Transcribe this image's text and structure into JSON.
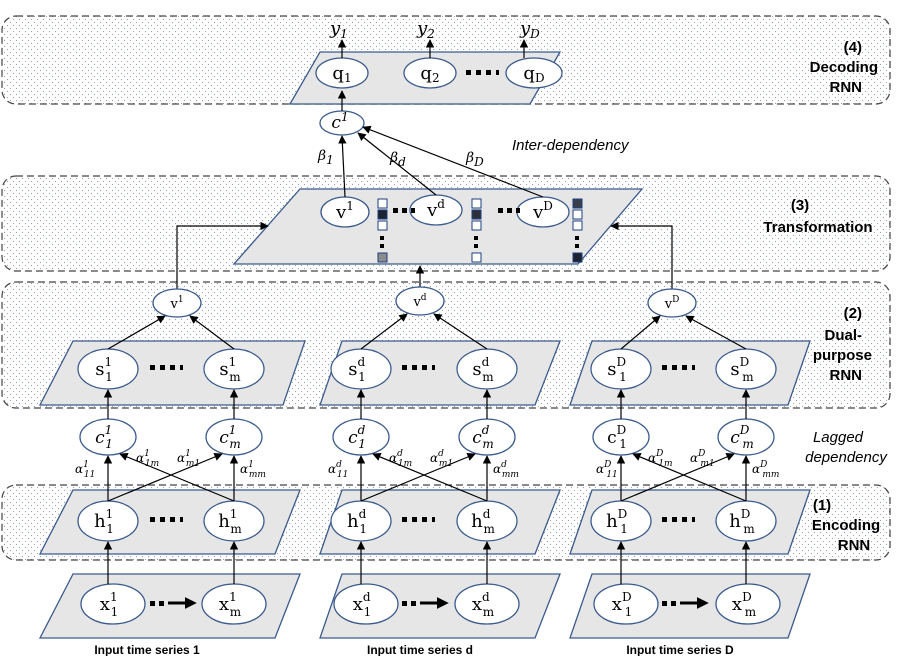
{
  "sections": {
    "decoding": {
      "number": "(4)",
      "line1": "Decoding",
      "line2": "RNN"
    },
    "transformation": {
      "number": "(3)",
      "line1": "Transformation"
    },
    "dual": {
      "number": "(2)",
      "line1": "Dual-",
      "line2": "purpose",
      "line3": "RNN"
    },
    "encoding": {
      "number": "(1)",
      "line1": "Encoding",
      "line2": "RNN"
    }
  },
  "annotations": {
    "inter_dependency": "Inter-dependency",
    "lagged_line1": "Lagged",
    "lagged_line2": "dependency"
  },
  "decoding": {
    "outputs": [
      {
        "base": "y",
        "sub": "1"
      },
      {
        "base": "y",
        "sub": "2"
      },
      {
        "base": "y",
        "sub": "D"
      }
    ],
    "nodes": [
      {
        "base": "q",
        "sub": "1"
      },
      {
        "base": "q",
        "sub": "2"
      },
      {
        "base": "q",
        "sub": "D"
      }
    ],
    "context": {
      "base": "c",
      "sup": "1"
    }
  },
  "betas": [
    {
      "base": "β",
      "sub": "1"
    },
    {
      "base": "β",
      "sub": "d"
    },
    {
      "base": "β",
      "sub": "D"
    }
  ],
  "transformation": {
    "nodes": [
      {
        "base": "v",
        "sup": "1"
      },
      {
        "base": "v",
        "sup": "d"
      },
      {
        "base": "v",
        "sup": "D"
      }
    ]
  },
  "columns": [
    {
      "key": "1",
      "v": {
        "base": "v",
        "sup": "1"
      },
      "s_first": {
        "base": "s",
        "sup": "1",
        "sub": "1"
      },
      "s_last": {
        "base": "s",
        "sup": "1",
        "sub": "m"
      },
      "c_first": {
        "base": "c",
        "sup": "1",
        "sub": "1"
      },
      "c_last": {
        "base": "c",
        "sup": "1",
        "sub": "m"
      },
      "alphas": [
        {
          "base": "α",
          "sup": "1",
          "sub": "11"
        },
        {
          "base": "α",
          "sup": "1",
          "sub": "1m"
        },
        {
          "base": "α",
          "sup": "1",
          "sub": "m1"
        },
        {
          "base": "α",
          "sup": "1",
          "sub": "mm"
        }
      ],
      "h_first": {
        "base": "h",
        "sup": "1",
        "sub": "1"
      },
      "h_last": {
        "base": "h",
        "sup": "1",
        "sub": "m"
      },
      "x_first": {
        "base": "x",
        "sup": "1",
        "sub": "1"
      },
      "x_last": {
        "base": "x",
        "sup": "1",
        "sub": "m"
      },
      "caption": "Input time series 1"
    },
    {
      "key": "d",
      "v": {
        "base": "v",
        "sup": "d"
      },
      "s_first": {
        "base": "s",
        "sup": "d",
        "sub": "1"
      },
      "s_last": {
        "base": "s",
        "sup": "d",
        "sub": "m"
      },
      "c_first": {
        "base": "c",
        "sup": "d",
        "sub": "1"
      },
      "c_last": {
        "base": "c",
        "sup": "d",
        "sub": "m"
      },
      "alphas": [
        {
          "base": "α",
          "sup": "d",
          "sub": "11"
        },
        {
          "base": "α",
          "sup": "d",
          "sub": "1m"
        },
        {
          "base": "α",
          "sup": "d",
          "sub": "m1"
        },
        {
          "base": "α",
          "sup": "d",
          "sub": "mm"
        }
      ],
      "h_first": {
        "base": "h",
        "sup": "d",
        "sub": "1"
      },
      "h_last": {
        "base": "h",
        "sup": "d",
        "sub": "m"
      },
      "x_first": {
        "base": "x",
        "sup": "d",
        "sub": "1"
      },
      "x_last": {
        "base": "x",
        "sup": "d",
        "sub": "m"
      },
      "caption": "Input time series d"
    },
    {
      "key": "D",
      "v": {
        "base": "v",
        "sup": "D"
      },
      "s_first": {
        "base": "s",
        "sup": "D",
        "sub": "1"
      },
      "s_last": {
        "base": "s",
        "sup": "D",
        "sub": "m"
      },
      "c_first": {
        "base": "c",
        "sup": "D",
        "sub": "1"
      },
      "c_last": {
        "base": "c",
        "sup": "D",
        "sub": "m"
      },
      "alphas": [
        {
          "base": "α",
          "sup": "D",
          "sub": "11"
        },
        {
          "base": "α",
          "sup": "D",
          "sub": "1m"
        },
        {
          "base": "α",
          "sup": "D",
          "sub": "m1"
        },
        {
          "base": "α",
          "sup": "D",
          "sub": "mm"
        }
      ],
      "h_first": {
        "base": "h",
        "sup": "D",
        "sub": "1"
      },
      "h_last": {
        "base": "h",
        "sup": "D",
        "sub": "m"
      },
      "x_first": {
        "base": "x",
        "sup": "D",
        "sub": "1"
      },
      "x_last": {
        "base": "x",
        "sup": "D",
        "sub": "m"
      },
      "caption": "Input time series D"
    }
  ],
  "colors": {
    "node_stroke": "#3a5a8c",
    "panel_fill": "#e6e6e6",
    "cell_dark": "#1c2230",
    "cell_gray": "#8c8c8c",
    "cell_white": "#ffffff"
  }
}
